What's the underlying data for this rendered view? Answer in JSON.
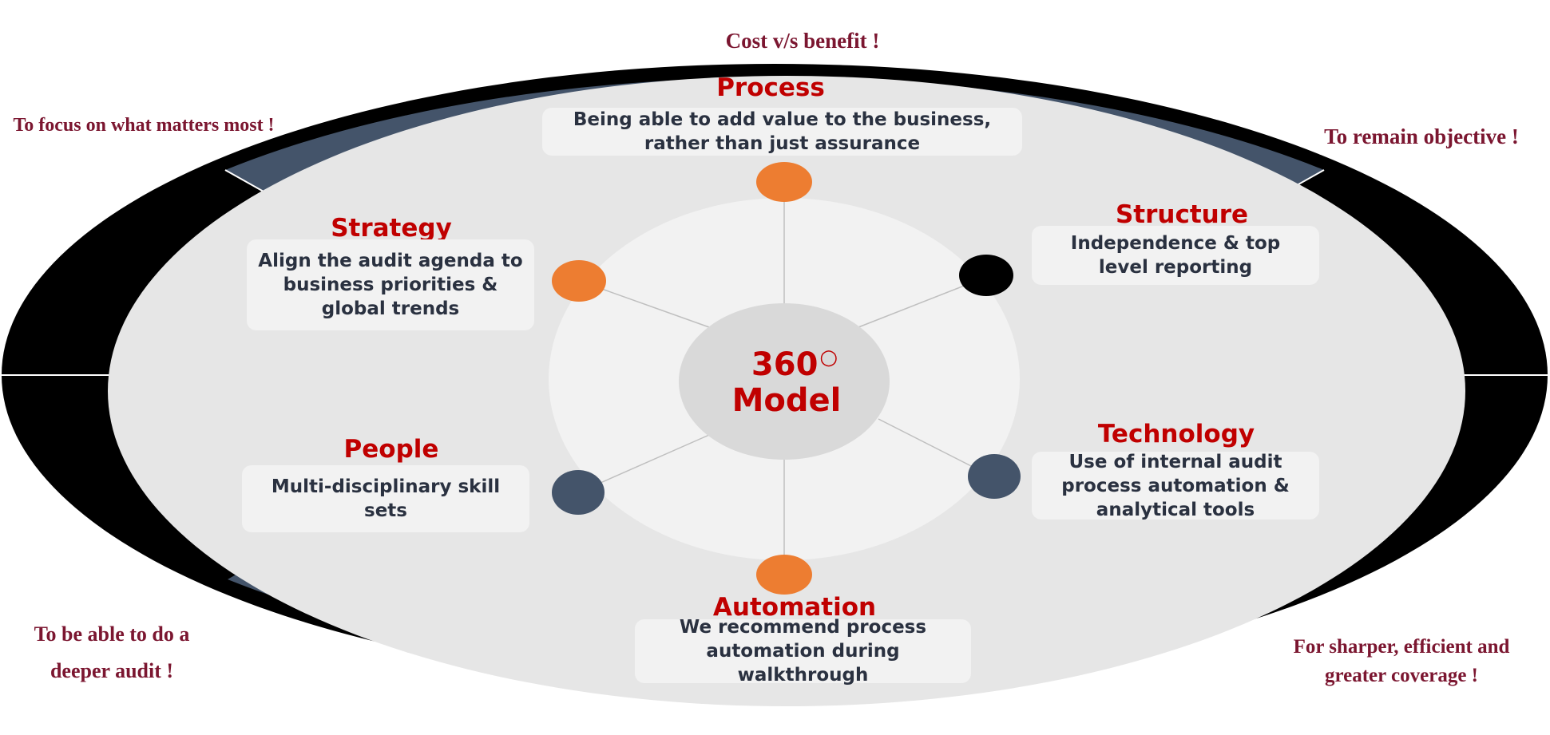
{
  "center": {
    "number": "360",
    "degree": "○",
    "label": "Model"
  },
  "corners": {
    "top": "Cost v/s benefit !",
    "top_left": "To focus on what matters most !",
    "top_right": "To remain objective !",
    "bottom_left": "To be able to do a deeper audit !",
    "bottom_right": "For sharper, efficient and greater coverage !"
  },
  "pillars": {
    "process": {
      "title": "Process",
      "description": "Being able to add value to the business, rather than just assurance"
    },
    "structure": {
      "title": "Structure",
      "description": "Independence & top level reporting"
    },
    "technology": {
      "title": "Technology",
      "description": "Use of internal audit process automation & analytical tools"
    },
    "automation": {
      "title": "Automation",
      "description": "We recommend process automation during walkthrough"
    },
    "people": {
      "title": "People",
      "description": "Multi-disciplinary skill sets"
    },
    "strategy": {
      "title": "Strategy",
      "description": "Align the audit agenda to business priorities & global trends"
    }
  },
  "colors": {
    "orange": "#ed7d31",
    "navy": "#44546a",
    "black": "#000000",
    "maroon": "#7b1630",
    "red": "#c00000"
  }
}
